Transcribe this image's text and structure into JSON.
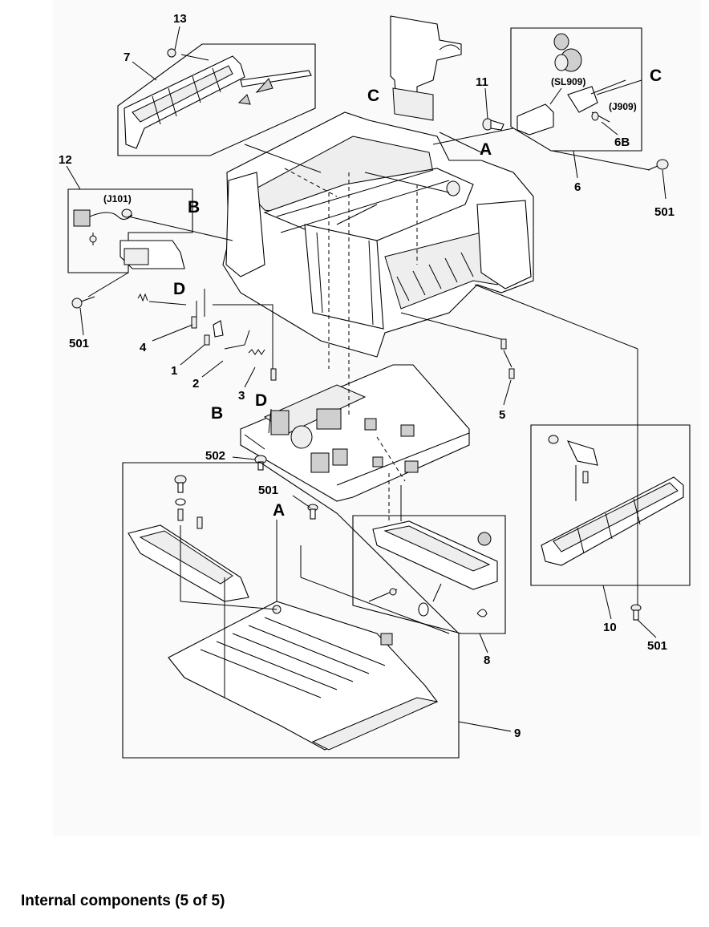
{
  "figure": {
    "caption": "Internal components (5 of 5)",
    "callouts": {
      "c13": "13",
      "c7": "7",
      "c11": "11",
      "c12": "12",
      "c6": "6",
      "c6b": "6B",
      "c501_right": "501",
      "c501_left": "501",
      "c4": "4",
      "c1": "1",
      "c2": "2",
      "c3": "3",
      "c5": "5",
      "c502": "502",
      "c501_mid": "501",
      "c10": "10",
      "c501_bottom": "501",
      "c8": "8",
      "c9": "9"
    },
    "connectors": {
      "j101": "(J101)",
      "sl909": "(SL909)",
      "j909": "(J909)"
    },
    "refs": {
      "c_top": "C",
      "c_right": "C",
      "a_top": "A",
      "a_bottom": "A",
      "b_left": "B",
      "b_mid": "B",
      "d_left": "D",
      "d_mid": "D"
    }
  }
}
